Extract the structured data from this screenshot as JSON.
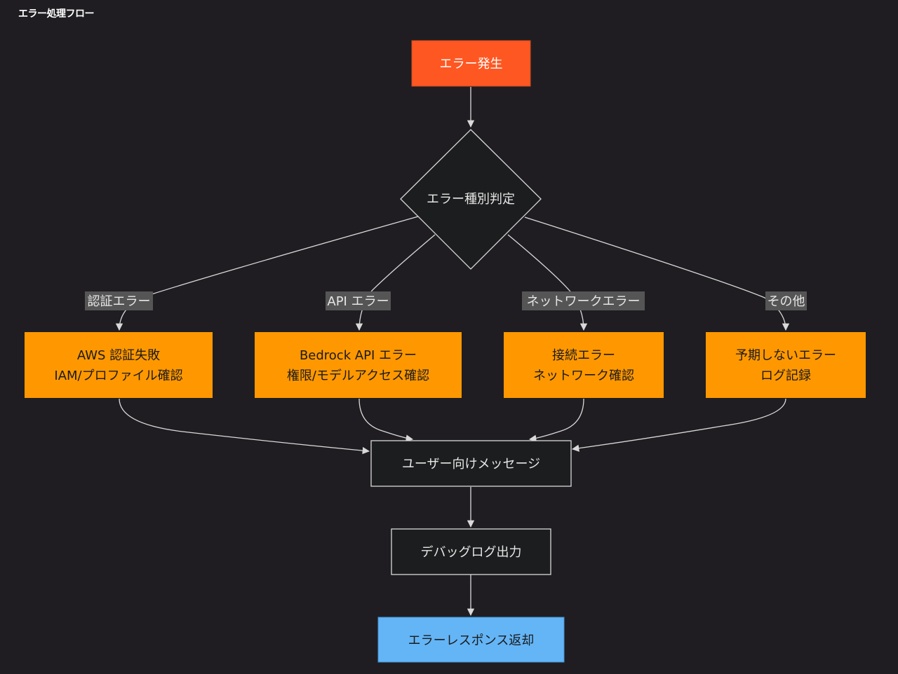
{
  "title": "エラー処理フロー",
  "colors": {
    "background": "#1f1d21",
    "start": "#ff5722",
    "error_branch": "#ff9800",
    "end": "#64b5f6",
    "neutral_fill": "#1c1d1e",
    "edge": "#d9d9d9",
    "edge_label_bg": "#555555"
  },
  "nodes": {
    "start": {
      "label": "エラー発生"
    },
    "decision": {
      "label": "エラー種別判定"
    },
    "auth": {
      "line1": "AWS 認証失敗",
      "line2": "IAM/プロファイル確認"
    },
    "bedrock": {
      "line1": "Bedrock API エラー",
      "line2": "権限/モデルアクセス確認"
    },
    "network": {
      "line1": "接続エラー",
      "line2": "ネットワーク確認"
    },
    "other": {
      "line1": "予期しないエラー",
      "line2": "ログ記録"
    },
    "user_message": {
      "label": "ユーザー向けメッセージ"
    },
    "debug_log": {
      "label": "デバッグログ出力"
    },
    "response": {
      "label": "エラーレスポンス返却"
    }
  },
  "edge_labels": {
    "auth": "認証エラー",
    "api": "API エラー",
    "network": "ネットワークエラー",
    "other": "その他"
  }
}
